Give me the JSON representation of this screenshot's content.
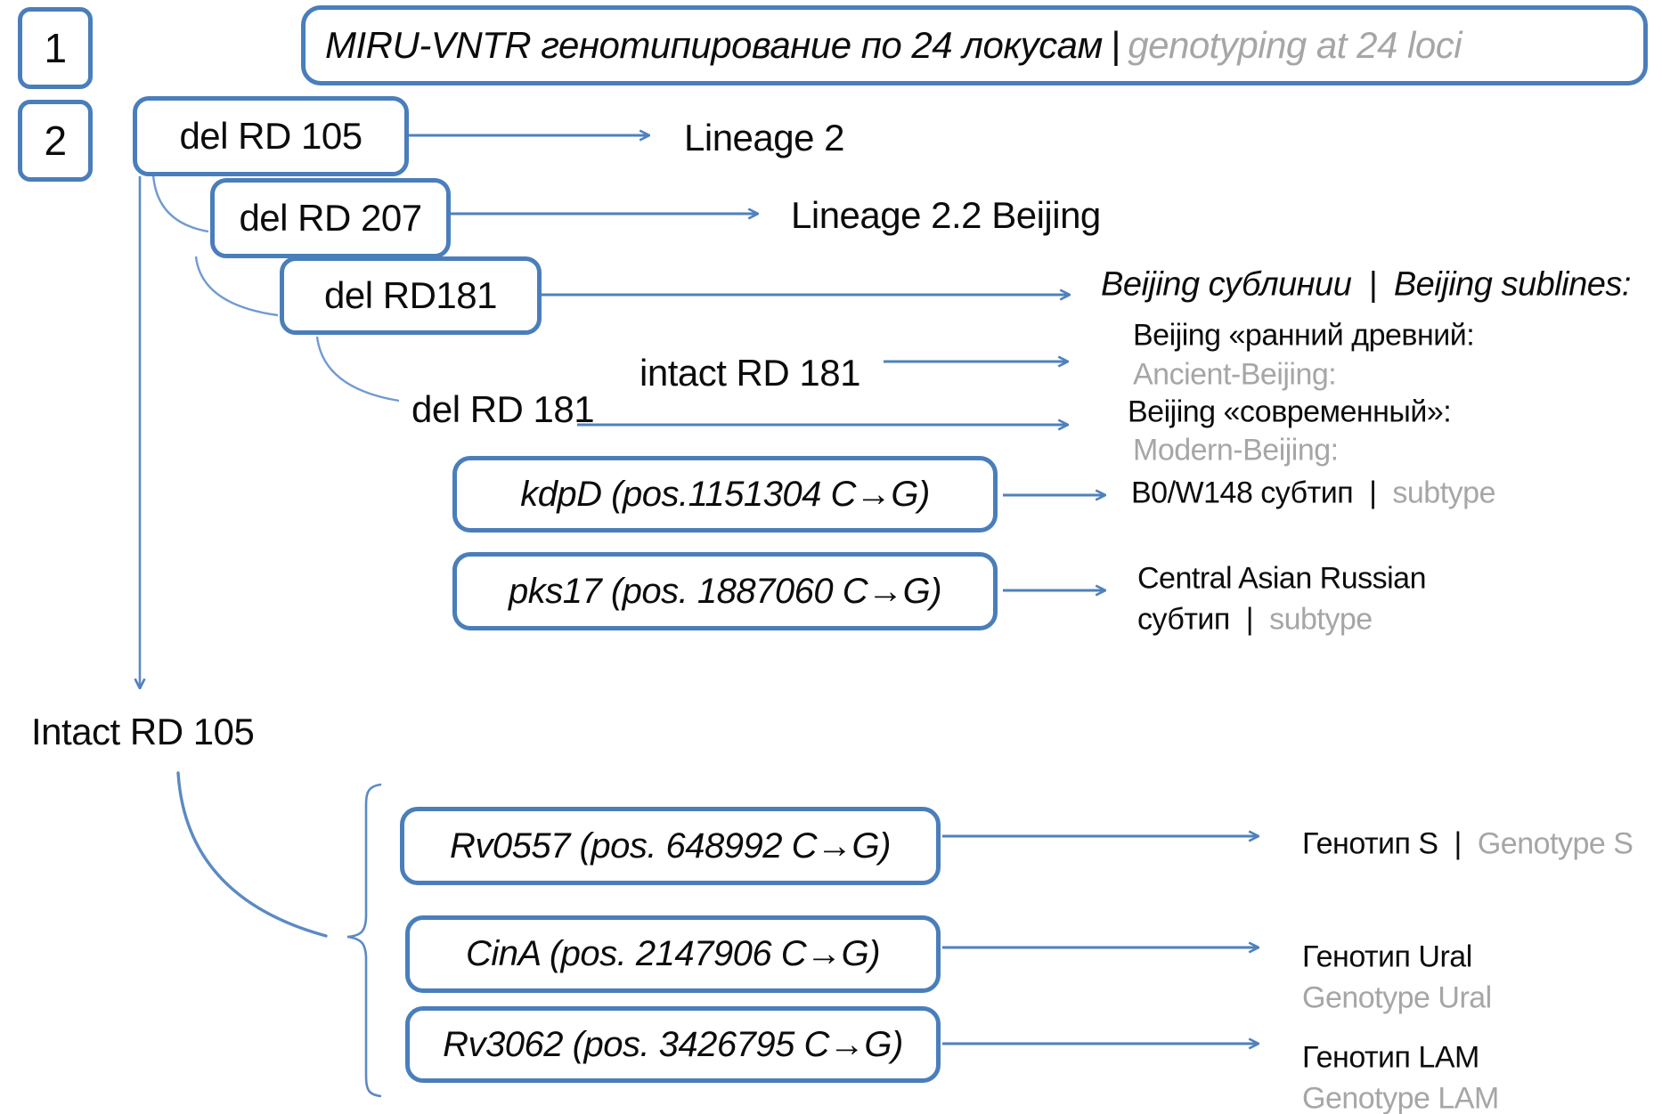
{
  "palette": {
    "box_border_blue": "#4a7ebb",
    "arrow_blue": "#4f81bd",
    "curve_blue": "#6f9bd1",
    "secondary_text_gray": "#a6a6a6",
    "text_black": "#0c0c0c"
  },
  "steps": {
    "one": "1",
    "two": "2"
  },
  "title": {
    "ru": "MIRU-VNTR генотипирование по 24 локусам",
    "sep": "|",
    "en": "genotyping at 24 loci"
  },
  "nodes": {
    "del_rd105": "del RD 105",
    "del_rd207": "del RD 207",
    "del_rd181_box": "del RD181",
    "kdpd": "kdpD (pos.1151304 C→G)",
    "pks17": "pks17 (pos. 1887060 C→G)",
    "rv0557": "Rv0557 (pos. 648992 C→G)",
    "cina": "CinA (pos. 2147906 C→G)",
    "rv3062": "Rv3062 (pos. 3426795 C→G)"
  },
  "labels": {
    "lineage2": "Lineage 2",
    "lineage22": "Lineage 2.2 Beijing",
    "sublines_ru": "Beijing сублинии",
    "sublines_sep": "|",
    "sublines_en": "Beijing sublines:",
    "intact_rd181": "intact RD 181",
    "del_rd181": "del RD 181",
    "ancient_ru": "Beijing «ранний древний:",
    "ancient_en": "Ancient-Beijing:",
    "modern_ru": "Beijing «современный»:",
    "modern_en": "Modern-Beijing:",
    "b0w148_ru": "B0/W148 субтип",
    "b0w148_sep": "|",
    "b0w148_en": "subtype",
    "car_line1": "Central Asian Russian",
    "car_ru": "субтип",
    "car_sep": "|",
    "car_en": "subtype",
    "intact_rd105": "Intact RD 105",
    "genotype_s_ru": "Генотип S",
    "genotype_s_sep": "|",
    "genotype_s_en": "Genotype S",
    "genotype_ural_ru": "Генотип Ural",
    "genotype_ural_en": "Genotype Ural",
    "genotype_lam_ru": "Генотип LAM",
    "genotype_lam_en": "Genotype LAM"
  }
}
